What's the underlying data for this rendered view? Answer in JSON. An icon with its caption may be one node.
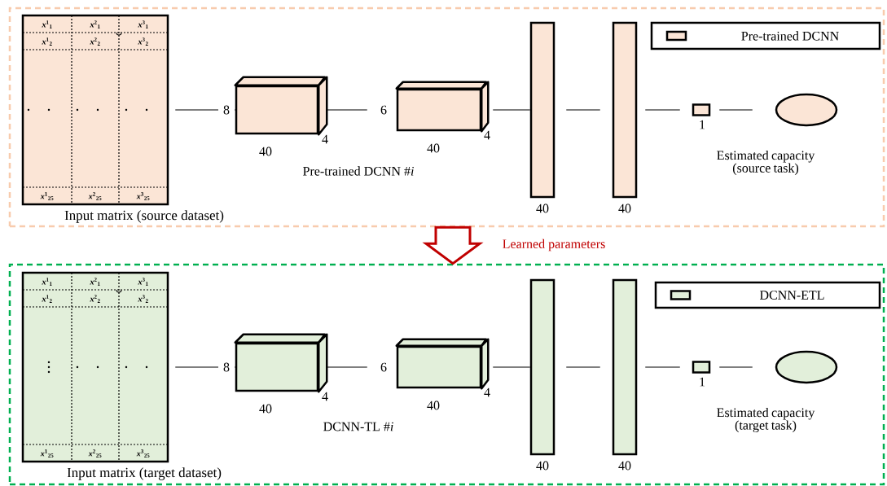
{
  "diagram": {
    "nodes": [
      {
        "text": [],
        "shape": "box"
      },
      {
        "text": [
          "*x*$^{1}$$_{1}$",
          "*x*$^{2}$$_{1}$",
          "*x*$^{3}$$_{1}$",
          "*x*$^{1}$$_{2}$",
          "*x*$^{2}$$_{2}$",
          "*x*$^{3}$$_{2}$",
          "*x*$^{1}$$_{25}$",
          "*x*$^{2}$$_{25}$",
          "*x*$^{3}$$_{25}$",
          "Input matrix (source dataset)"
        ],
        "in": 0
      },
      {
        "text": [],
        "shape": "box",
        "in": 0,
        "beside": [
          "40",
          "4"
        ]
      },
      {
        "text": [],
        "shape": "box",
        "in": 0,
        "beside": [
          "6",
          "40",
          "4"
        ]
      },
      {
        "text": [],
        "shape": "bar",
        "in": 0,
        "beside": [
          "40"
        ]
      },
      {
        "text": [],
        "shape": "bar",
        "in": 0,
        "beside": [
          "40"
        ]
      },
      {
        "text": [],
        "shape": "box",
        "in": 0,
        "beside": [
          "1"
        ]
      },
      {
        "text": [],
        "shape": "ellipse",
        "in": 0,
        "beside": [
          "Estimated capacity (source task)"
        ]
      },
      {
        "text": [],
        "shape": "box"
      },
      {
        "text": [
          "*x*$^{1}$$_{1}$",
          "*x*$^{2}$$_{1}$",
          "*x*$^{3}$$_{1}$",
          "*x*$^{1}$$_{2}$",
          "*x*$^{2}$$_{2}$",
          "*x*$^{3}$$_{2}$",
          "*x*$^{1}$$_{25}$",
          "*x*$^{2}$$_{25}$",
          "*x*$^{3}$$_{25}$",
          "Input matrix (target dataset)"
        ],
        "in": 8
      },
      {
        "text": [],
        "shape": "box",
        "in": 8,
        "beside": [
          "40",
          "4"
        ]
      },
      {
        "text": [],
        "shape": "box",
        "in": 8,
        "beside": [
          "6",
          "40",
          "4"
        ]
      },
      {
        "text": [],
        "shape": "bar",
        "in": 8,
        "beside": [
          "40"
        ]
      },
      {
        "text": [],
        "shape": "bar",
        "in": 8,
        "beside": [
          "40"
        ]
      },
      {
        "text": [],
        "shape": "box",
        "in": 8,
        "beside": [
          "1"
        ]
      },
      {
        "text": [],
        "shape": "ellipse",
        "in": 8,
        "beside": [
          "Estimated capacity (target task)"
        ]
      }
    ],
    "edges": [
      {
        "from": 1,
        "to": 2,
        "arrow": "none"
      },
      {
        "from": 2,
        "to": 3,
        "arrow": "none"
      },
      {
        "from": 3,
        "to": 4,
        "arrow": "none"
      },
      {
        "from": 4,
        "to": 5,
        "arrow": "none"
      },
      {
        "from": 5,
        "to": 6,
        "arrow": "none"
      },
      {
        "from": 6,
        "to": 7,
        "arrow": "none"
      },
      {
        "from": 0,
        "to": 8,
        "arrow": "to",
        "label": "Learned parameters",
        "color": "#c00000",
        "style": "thick"
      },
      {
        "from": 9,
        "to": 10,
        "arrow": "none"
      },
      {
        "from": 10,
        "to": 11,
        "arrow": "none"
      },
      {
        "from": 11,
        "to": 12,
        "arrow": "none"
      },
      {
        "from": 12,
        "to": 13,
        "arrow": "none"
      },
      {
        "from": 13,
        "to": 14,
        "arrow": "none"
      },
      {
        "from": 14,
        "to": 15,
        "arrow": "none"
      }
    ],
    "labels": [
      "8",
      "Pre-trained DCNN #*i*",
      "8",
      "DCNN-TL #*i*"
    ],
    "legend": [
      {
        "text": "Pre-trained DCNN",
        "color": "#fbe5d6"
      },
      {
        "text": "DCNN-ETL",
        "color": "#e2efda"
      }
    ]
  }
}
